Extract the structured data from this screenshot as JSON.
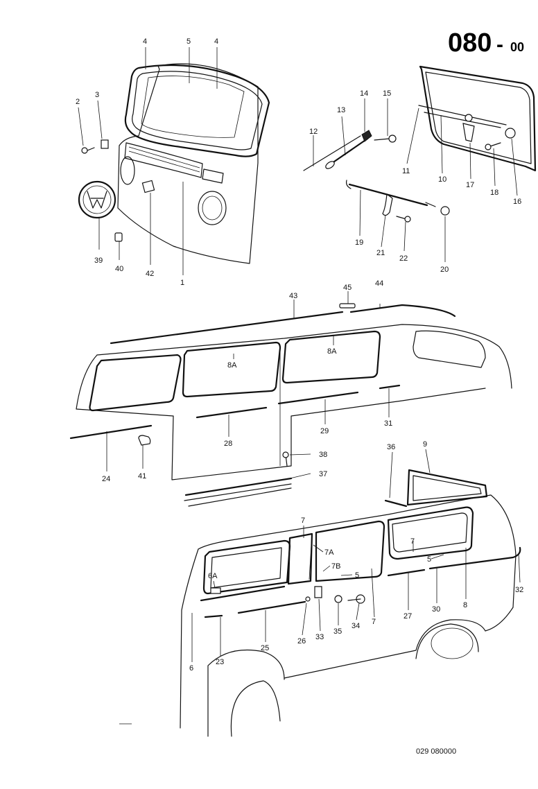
{
  "header": {
    "group_number": "080",
    "separator": "-",
    "subgroup": "00"
  },
  "footer": {
    "drawing_code": "029  080000"
  },
  "callouts": {
    "front": [
      "4",
      "5",
      "4",
      "2",
      "3",
      "39",
      "40",
      "42",
      "1"
    ],
    "rear_window": [
      "14",
      "15",
      "13",
      "12",
      "11",
      "10",
      "17",
      "18",
      "16",
      "19",
      "21",
      "22",
      "20"
    ],
    "upper_body": [
      "43",
      "45",
      "44",
      "8A",
      "8A",
      "29",
      "31",
      "28",
      "24",
      "41",
      "38",
      "37"
    ],
    "lower_body": [
      "36",
      "9",
      "7",
      "7A",
      "7B",
      "5",
      "5",
      "6A",
      "7",
      "8",
      "27",
      "30",
      "32",
      "6",
      "23",
      "25",
      "26",
      "33",
      "35",
      "34"
    ]
  }
}
